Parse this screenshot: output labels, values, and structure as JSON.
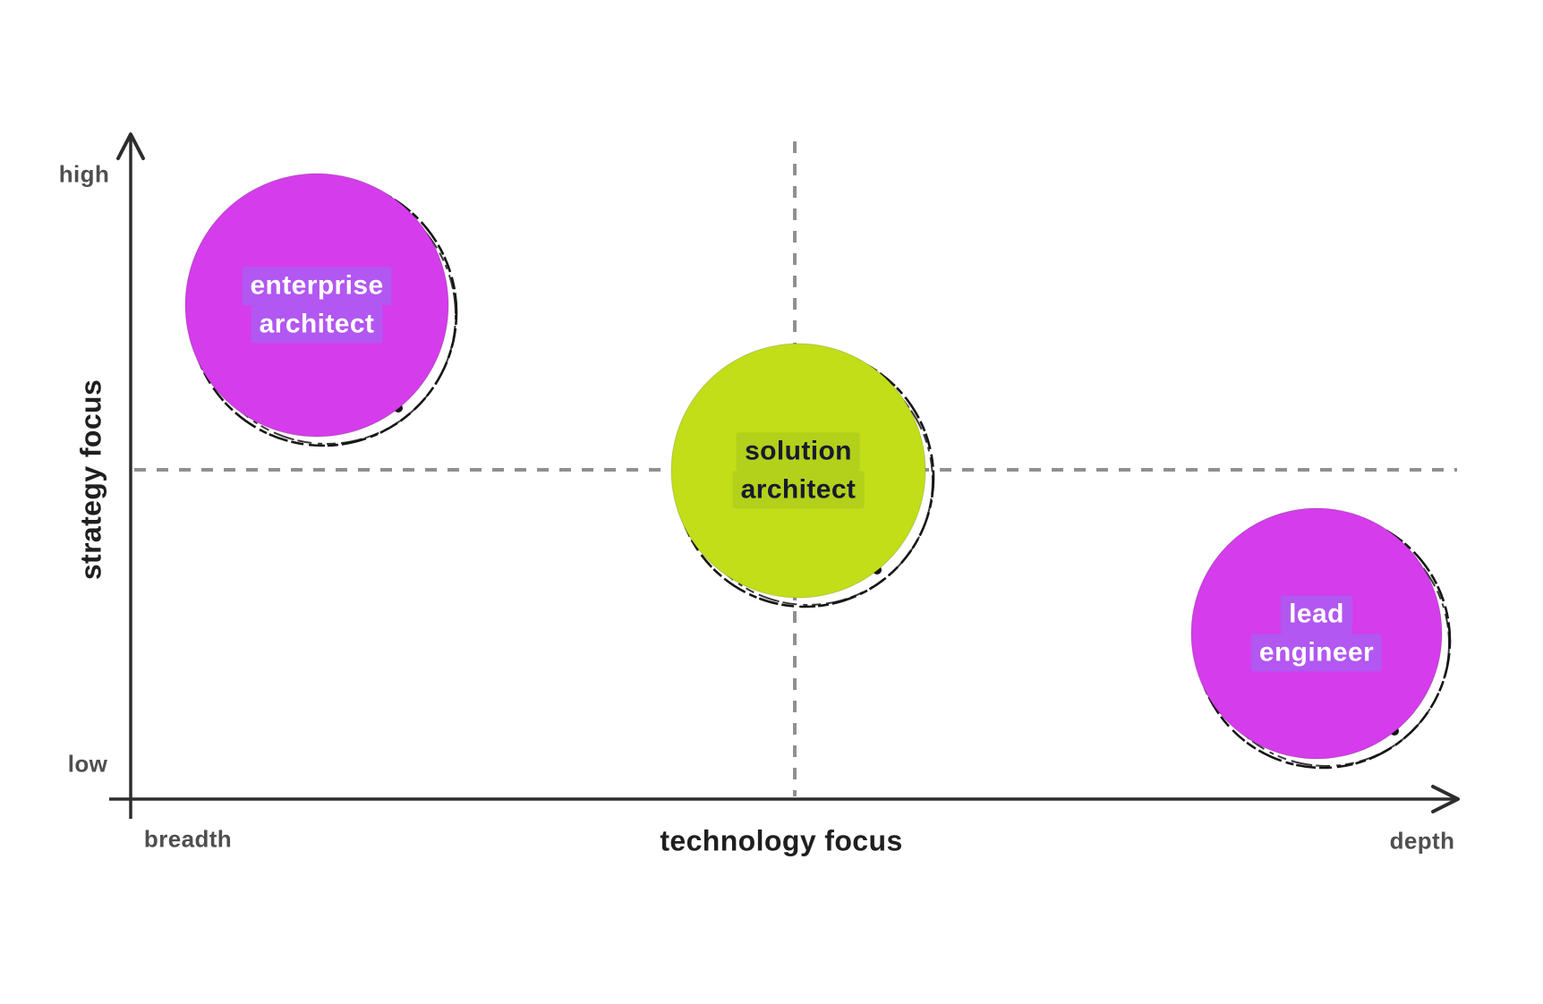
{
  "diagram": {
    "type": "quadrant-bubble-diagram",
    "background": "#ffffff",
    "axes": {
      "x": {
        "title": "technology focus",
        "min_label": "breadth",
        "max_label": "depth",
        "color": "#2d2d2d"
      },
      "y": {
        "title": "strategy focus",
        "min_label": "low",
        "max_label": "high",
        "color": "#2d2d2d"
      }
    },
    "gridlines": {
      "style": "dashed",
      "color": "#909090",
      "horizontal_at": "mid strategy focus",
      "vertical_at": "mid technology focus"
    },
    "scribble_color": "#161616",
    "bubbles": [
      {
        "name": "enterprise architect",
        "line1": "enterprise",
        "line2": "architect",
        "strategy_focus": "high",
        "technology_focus": "breadth",
        "fill": "#d53ceb",
        "text_color": "#ffffff",
        "highlight": "#b257f1"
      },
      {
        "name": "solution architect",
        "line1": "solution",
        "line2": "architect",
        "strategy_focus": "medium",
        "technology_focus": "medium",
        "fill": "#c1de18",
        "text_color": "#171a2e",
        "highlight": "rgba(60,90,60,0.10)"
      },
      {
        "name": "lead engineer",
        "line1": "lead",
        "line2": "engineer",
        "strategy_focus": "low",
        "technology_focus": "depth",
        "fill": "#d53ceb",
        "text_color": "#ffffff",
        "highlight": "#b257f1"
      }
    ]
  }
}
